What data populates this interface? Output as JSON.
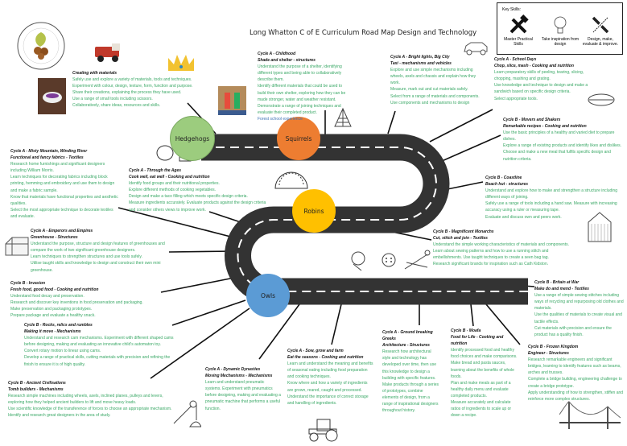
{
  "title": "Long Whatton C of E Curriculum Road Map Design and Technology",
  "logo": {
    "text_top": "Long Whatton Primary School",
    "text_bottom": "Live, Learn, Grow and Be Thankful"
  },
  "key_skills": {
    "heading": "Key Skills:",
    "items": [
      {
        "label": "Master Practical Skills",
        "icon": "tools-icon"
      },
      {
        "label": "Take inspiration from design",
        "icon": "lightbulb-icon"
      },
      {
        "label": "Design, make, evaluate & improve.",
        "icon": "pencil-ruler-icon"
      }
    ]
  },
  "stops": [
    {
      "label": "Hedgehogs",
      "color": "#9ccc7e"
    },
    {
      "label": "Squirrels",
      "color": "#ed7d31"
    },
    {
      "label": "Robins",
      "color": "#ffc000"
    },
    {
      "label": "Owls",
      "color": "#5b9bd5"
    }
  ],
  "colors": {
    "road": "#333333",
    "body_text": "#3aa866",
    "heading_text": "#111111",
    "highlight_text": "#3d72b4"
  },
  "blocks": {
    "creating": {
      "title": "Creating with materials",
      "subtitle": "",
      "lines": [
        "Safely use and explore a variety of materials, tools and techniques.",
        "Experiment with colour, design, texture, form, function and purpose.",
        "Share their creations, explaining the process they have used.",
        "Use a range of small tools including scissors.",
        "Collaboratively, share ideas, resources and skills."
      ]
    },
    "childhood": {
      "title": "Cycle A - Childhood",
      "subtitle": "Shade and shelter - structures",
      "lines": [
        "Understand the purpose of a shelter, identifying different types and being able to collaboratively describe them.",
        "Identify different materials that could be used to build their own shelter, exploring how they can be made stronger, water and weather resistant.",
        "Demonstrate a range of joining techniques and evaluate their completed product."
      ],
      "extra": "Forest school experience"
    },
    "bright": {
      "title": "Cycle A - Bright lights, Big City",
      "subtitle": "Taxi - mechanisms and vehicles",
      "lines": [
        "Explore and use simple mechanisms including wheels, axels and chassis and explain how they work.",
        "Measure, mark out and cut materials safely.",
        "Select from a range of materials and components.",
        "Use components and mechanisms to design"
      ]
    },
    "school": {
      "title": "Cycle A - School Days",
      "subtitle": "Chop, slice, mash - Cooking and nutrition",
      "lines": [
        "Learn preparatory skills of peeling, tearing, slicing, chopping, mashing and grating.",
        "Use knowledge and technique to design and make a sandwich based on specific design criteria.",
        "Select appropriate tools."
      ]
    },
    "movers": {
      "title": "Cycle B - Movers and Shakers",
      "subtitle": "Remarkable recipes - Cooking and nutrition",
      "lines": [
        "Use the basic principles of a healthy and varied diet to prepare dishes.",
        "Explore a range of existing products and identify likes and dislikes.",
        "Choose and make a new meal that fulfils specific design and nutrition criteria."
      ]
    },
    "coastline": {
      "title": "Cycle B - Coastline",
      "subtitle": "Beach hut - structures",
      "lines": [
        "Understand and explore how to make and strengthen a structure including different ways of joining.",
        "Safely use a range of tools including a hand saw. Measure with increasing accuracy using a ruler or measuring tape.",
        "Evaluate and discuss own and peers work."
      ]
    },
    "monarchs": {
      "title": "Cycle B - Magnificent Monarchs",
      "subtitle": "Cut, stitch and join - Textiles",
      "lines": [
        "Understand the simple working characteristics of materials and components.",
        "Learn about sewing patterns and how to use a running stitch and embellishments. Use taught techniques to create a seen bag tag.",
        "Research significant brands for inspiration such as Cath Kidston."
      ]
    },
    "britain": {
      "title": "Cycle B - Britain at War",
      "subtitle": "Make do and mend - Textiles",
      "lines": [
        "Use a range of simple sewing stitches including ways of recycling and repurposing old clothes and materials.",
        "Use the qualities of materials to create visual and tactile effects.",
        "Cut materials with precision and ensure the product has a quality finish."
      ]
    },
    "frozen": {
      "title": "Cycle B - Frozen Kingdom",
      "subtitle": "Engineer - Structures",
      "lines": [
        "Research remarkable engineers and significant bridges, learning to identify features such as beams, arches and trusses.",
        "Complete a bridge building, engineering challenge to create a bridge prototype.",
        "Apply understanding of how to strengthen, stiffen and reinforce more complex structures."
      ]
    },
    "moafa": {
      "title": "Cycle B - Moafa",
      "subtitle": "Food for Life - Cooking and nutrition",
      "lines": [
        "Identify processed food and healthy food choices and make comparisons.",
        "Make bread and pasta sauces, learning about the benefits of whole foods.",
        "Plan and make meals as part of a healthy daily menu and evaluate completed products.",
        "Measure accurately and calculate ratios of ingredients to scale up or down a recipe."
      ]
    },
    "greeks": {
      "title": "Cycle A - Ground breaking Greeks",
      "subtitle": "Architecture - Structures",
      "lines": [
        "Research how architectural style and technology has developed over time, then use this knowledge to design a building with specific features.",
        "Make products through a series of prototypes, combine elements of design, from a range of inspirational designers throughout history."
      ]
    },
    "sow": {
      "title": "Cycle A - Sow, grow and farm",
      "subtitle": "Eat the seasons - Cooking and nutrition",
      "lines": [
        "Learn and understand the meaning and benefits of seasonal eating including food preparation and cooking techniques.",
        "Know where and how a variety of ingredients are grown, reared, caught and processed.",
        "Understand the importance of correct storage and handling of ingredients."
      ]
    },
    "dynasties": {
      "title": "Cycle A - Dynamic Dynasties",
      "subtitle": "Moving Mechanisms - Mechanisms",
      "lines": [
        "Learn and understand pneumatic systems. Experiment with pneumatics before designing, making and evaluating a pneumatic machine that performs a useful function."
      ]
    },
    "ancient": {
      "title": "Cycle B - Ancient Civilisations",
      "subtitle": "Tomb builders - Mechanisms",
      "lines": [
        "Research simple machines including wheels, axels, inclined planes, pulleys and levers, exploring how they helped ancient builders to lift and move heavy loads.",
        "Use scientific knowledge of the transference of forces to choose an appropriate mechanism.",
        "Identify and research great designers in the area of study."
      ]
    },
    "rocks": {
      "title": "Cycle B - Rocks, relics and rumbles",
      "subtitle": "Making it move - Mechanisms",
      "lines": [
        "Understand and research cam mechanisms. Experiment with different shaped cams before designing, making and evaluating an innovative child's automaton toy.",
        "Convert rotary motion to linear using cams.",
        "Develop a range of practical skills, cutting materials with precision and refining the finish to ensure it is of high quality."
      ]
    },
    "invasion": {
      "title": "Cycle B - Invasion",
      "subtitle": "Fresh food, good food - Cooking and nutrition",
      "lines": [
        "Understand food decay and preservation.",
        "Research and discover key inventions in food preservation and packaging.",
        "Make preservation and packaging prototypes.",
        "Prepare package and evaluate a healthy snack."
      ]
    },
    "emperors": {
      "title": "Cycle A - Emperors and Empires",
      "subtitle": "Greenhouse - Structures",
      "lines": [
        "Understand the purpose, structure and design features of greenhouses and compare the work of two significant greenhouse designers.",
        "Learn techniques to strengthen structures and use tools safely.",
        "Utilise taught skills and knowledge to design and construct their own mini greenhouse."
      ]
    },
    "through": {
      "title": "Cycle A - Through the Ages",
      "subtitle": "Cook well, eat well - Cooking and nutrition",
      "lines": [
        "Identify food groups and their nutritional properties.",
        "Explore different methods of cooking vegetables.",
        "Design and make a taco filling which meets specific design criteria.",
        "Measure ingredients accurately. Evaluate products against the design criteria and consider others views to improve work."
      ]
    },
    "misty": {
      "title": "Cycle A - Misty Mountain, Winding River",
      "subtitle": "Functional and fancy fabrics - Textiles",
      "lines": [
        "Research home furnishings and significant designers including William Morris.",
        "Learn techniques for decorating fabrics including block printing, hemming and embroidery and use them to design and make a fabric sample.",
        "Know that materials have functional properties and aesthetic qualities.",
        "Select the most appropriate technique to decorate textiles and evaluate."
      ]
    }
  }
}
